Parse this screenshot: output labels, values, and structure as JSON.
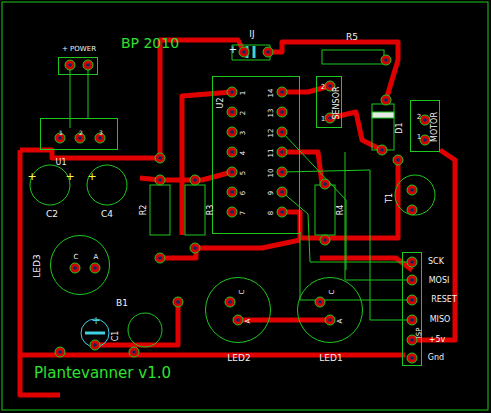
{
  "diagram": {
    "title": "Plantevanner v1.0",
    "nodes": [
      {
        "text": [
          "+ POWER"
        ]
      },
      {
        "text": [
          "U1",
          "1",
          "2",
          "3"
        ]
      },
      {
        "text": [
          "U2",
          "1",
          "14",
          "2",
          "13",
          "3",
          "12",
          "4",
          "11",
          "5",
          "10",
          "6",
          "9",
          "7",
          "8"
        ]
      },
      {
        "text": [
          "SENSOR",
          "2",
          "1"
        ]
      },
      {
        "text": [
          "MOTOR",
          "2",
          "1"
        ]
      },
      {
        "text": [
          "ISP"
        ]
      },
      {
        "text": [
          "LED3",
          "C",
          "A"
        ]
      },
      {
        "text": [
          "LED2",
          "C",
          "A"
        ]
      },
      {
        "text": [
          "LED1",
          "C",
          "A"
        ]
      }
    ],
    "labels": [
      "BP 2010",
      "+",
      "IJ",
      "R5",
      "D1",
      "+",
      "+",
      "C2",
      "+",
      "C4",
      "R2",
      "R3",
      "R4",
      "T1",
      "B1",
      "+",
      "C1",
      "SCK",
      "MOSI",
      "RESET",
      "MISO",
      "+5v",
      "Gnd"
    ]
  }
}
